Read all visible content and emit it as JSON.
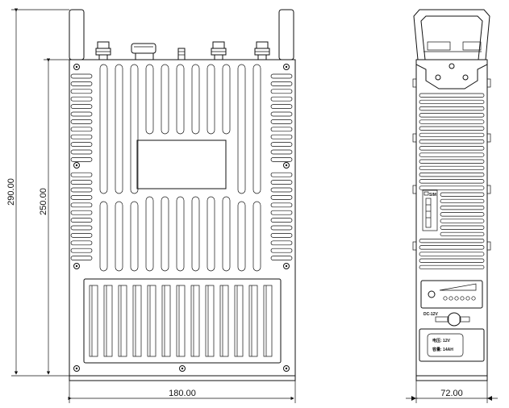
{
  "dimensions": {
    "height_total": "290.00",
    "height_body": "250.00",
    "width_front": "180.00",
    "width_side": "72.00"
  },
  "side_labels": {
    "sim": "SIM",
    "dc_input": "DC-12V",
    "voltage": "电压: 12V",
    "capacity": "容量: 14AH"
  }
}
